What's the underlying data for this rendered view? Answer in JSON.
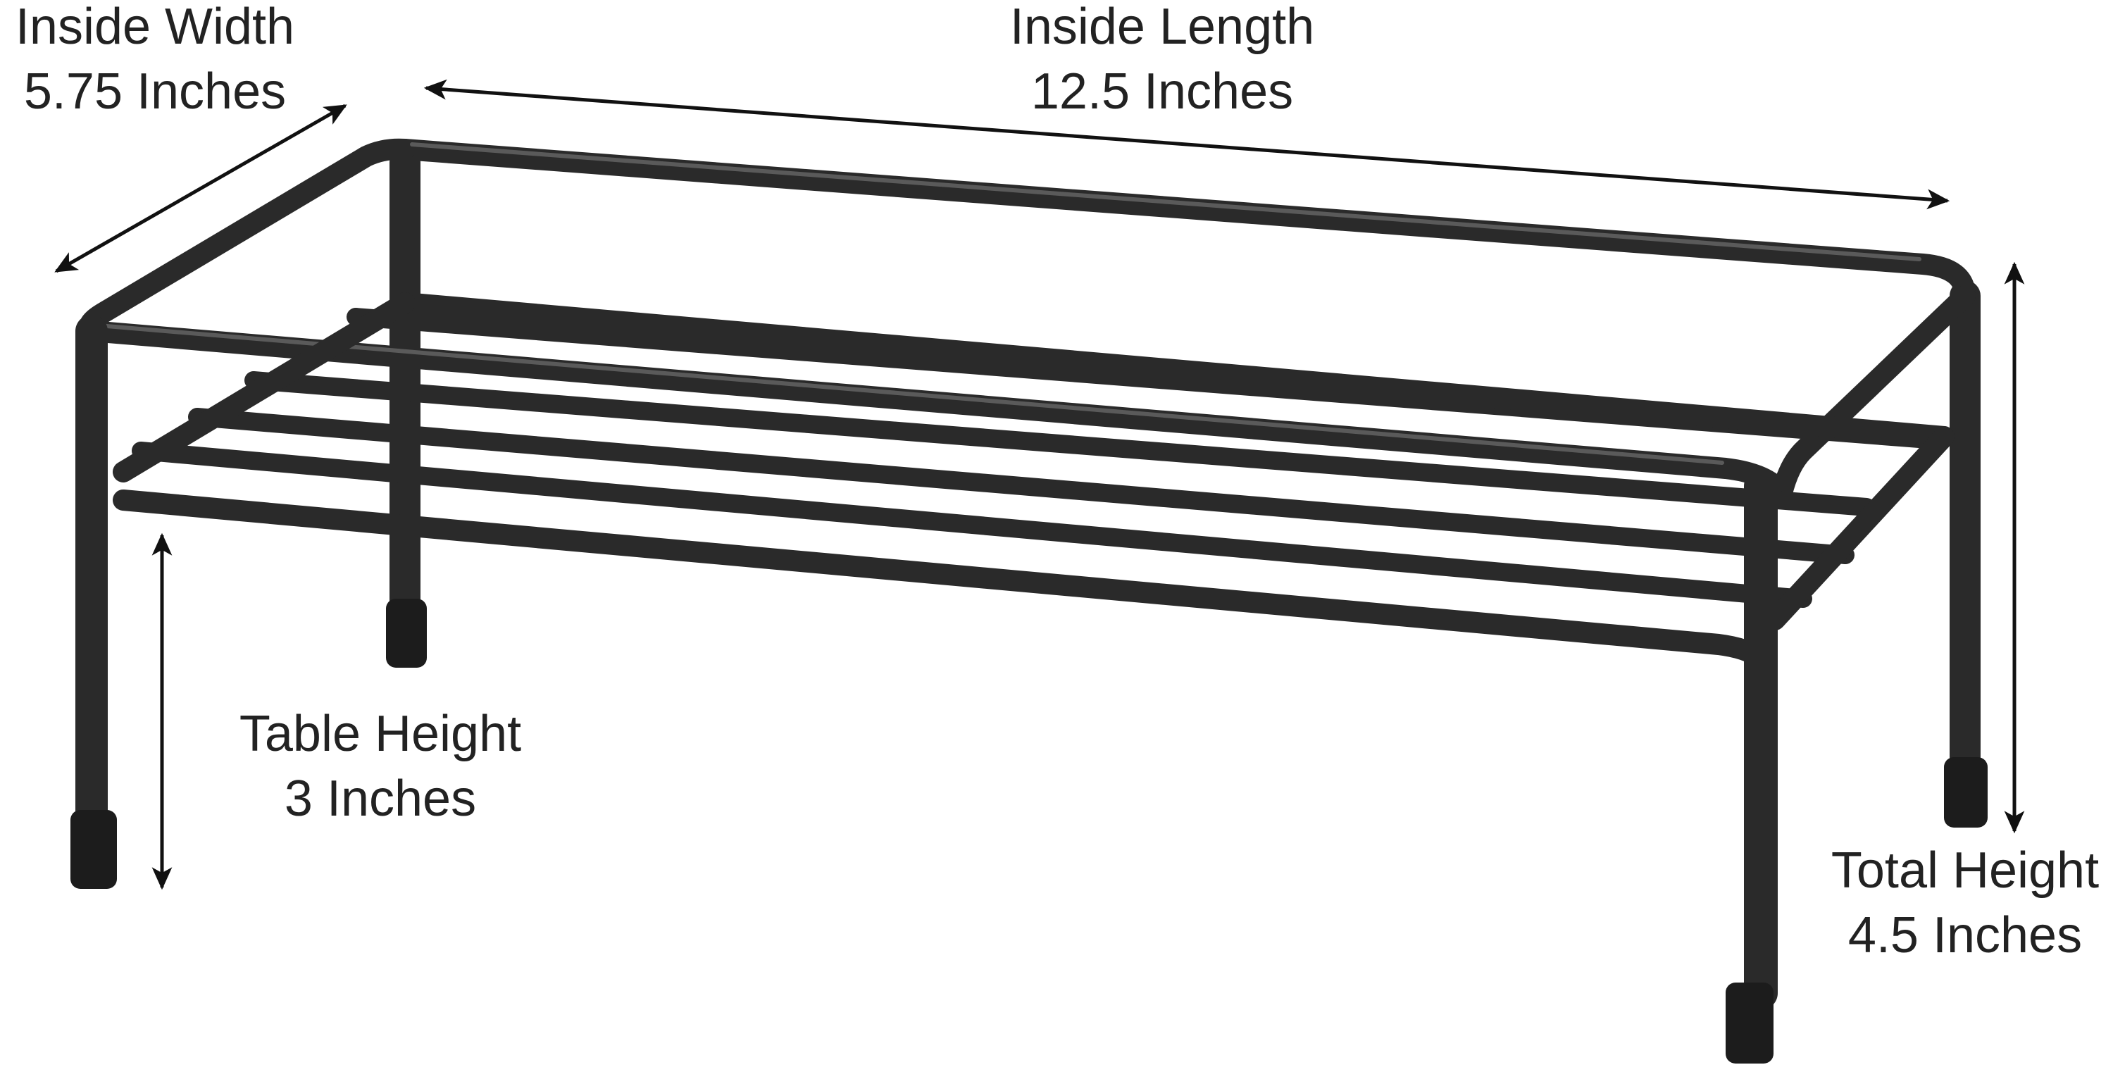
{
  "dimensions": {
    "inside_width": {
      "title": "Inside Width",
      "value": "5.75 Inches"
    },
    "inside_length": {
      "title": "Inside Length",
      "value": "12.5 Inches"
    },
    "table_height": {
      "title": "Table Height",
      "value": "3 Inches"
    },
    "total_height": {
      "title": "Total Height",
      "value": "4.5 Inches"
    }
  },
  "colors": {
    "frame": "#2a2a2a",
    "frame_highlight": "#5a5a5a",
    "arrow": "#111111",
    "text": "#222222"
  }
}
